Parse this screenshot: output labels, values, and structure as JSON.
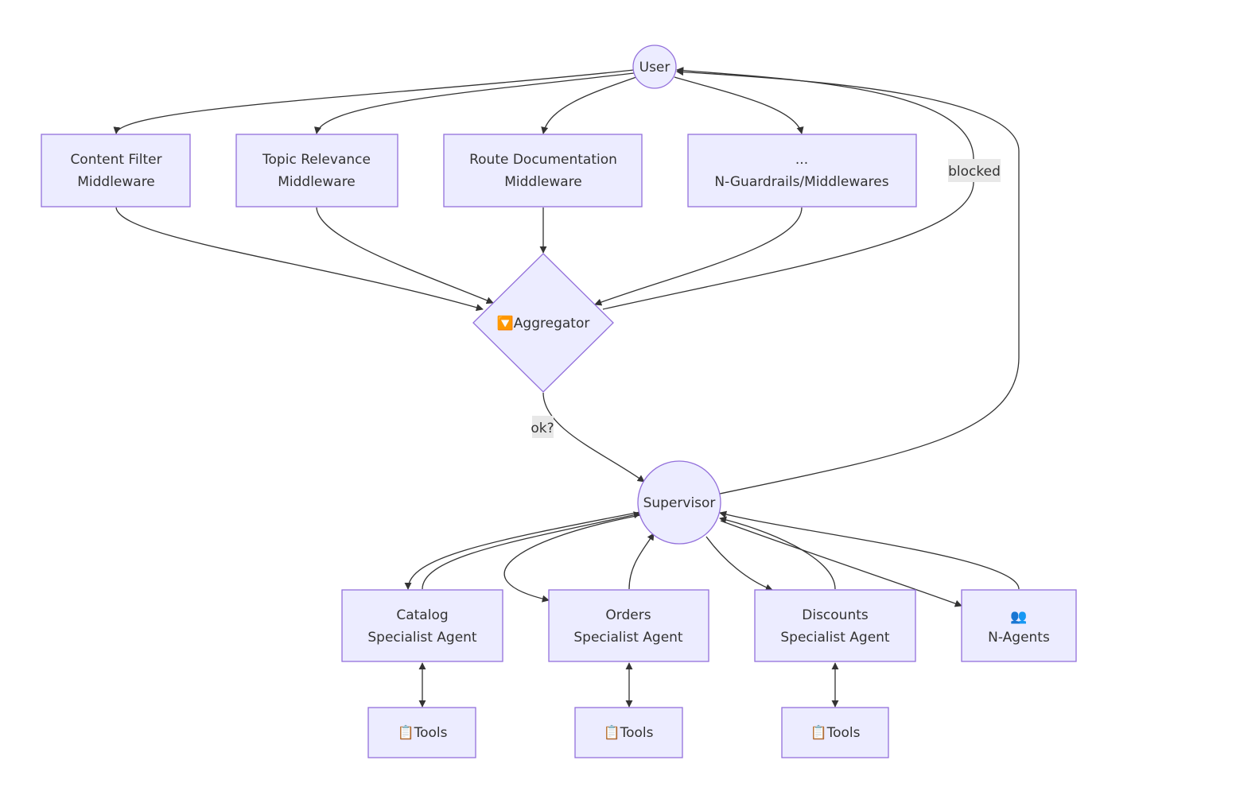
{
  "nodes": {
    "user": "User",
    "content_filter": [
      "Content Filter",
      "Middleware"
    ],
    "topic_relevance": [
      "Topic Relevance",
      "Middleware"
    ],
    "route_documentation": [
      "Route Documentation",
      "Middleware"
    ],
    "n_guardrails": [
      "...",
      "N-Guardrails/Middlewares"
    ],
    "aggregator": "🔽Aggregator",
    "supervisor": "Supervisor",
    "catalog_agent": [
      "Catalog",
      "Specialist Agent"
    ],
    "orders_agent": [
      "Orders",
      "Specialist Agent"
    ],
    "discounts_agent": [
      "Discounts",
      "Specialist Agent"
    ],
    "n_agents": [
      "👥",
      "N-Agents"
    ],
    "tools_catalog": "📋Tools",
    "tools_orders": "📋Tools",
    "tools_discounts": "📋Tools"
  },
  "edge_labels": {
    "blocked": "blocked",
    "ok": "ok?"
  },
  "colors": {
    "node_fill": "#ececff",
    "node_stroke": "#9370db",
    "edge": "#333333",
    "label_background": "#e8e8e8"
  }
}
